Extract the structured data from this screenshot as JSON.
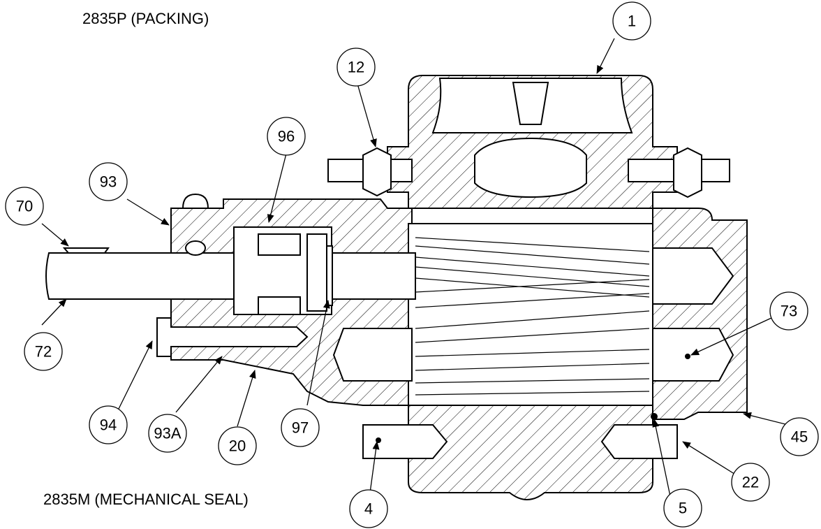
{
  "captions": {
    "top": "2835P (PACKING)",
    "bottom": "2835M (MECHANICAL SEAL)"
  },
  "balloons": [
    {
      "id": "b1",
      "label": "1"
    },
    {
      "id": "b12",
      "label": "12"
    },
    {
      "id": "b96",
      "label": "96"
    },
    {
      "id": "b93",
      "label": "93"
    },
    {
      "id": "b70",
      "label": "70"
    },
    {
      "id": "b72",
      "label": "72"
    },
    {
      "id": "b94",
      "label": "94"
    },
    {
      "id": "b93a",
      "label": "93A"
    },
    {
      "id": "b20",
      "label": "20"
    },
    {
      "id": "b97",
      "label": "97"
    },
    {
      "id": "b73",
      "label": "73"
    },
    {
      "id": "b45",
      "label": "45"
    },
    {
      "id": "b22",
      "label": "22"
    },
    {
      "id": "b5",
      "label": "5"
    },
    {
      "id": "b4",
      "label": "4"
    }
  ]
}
